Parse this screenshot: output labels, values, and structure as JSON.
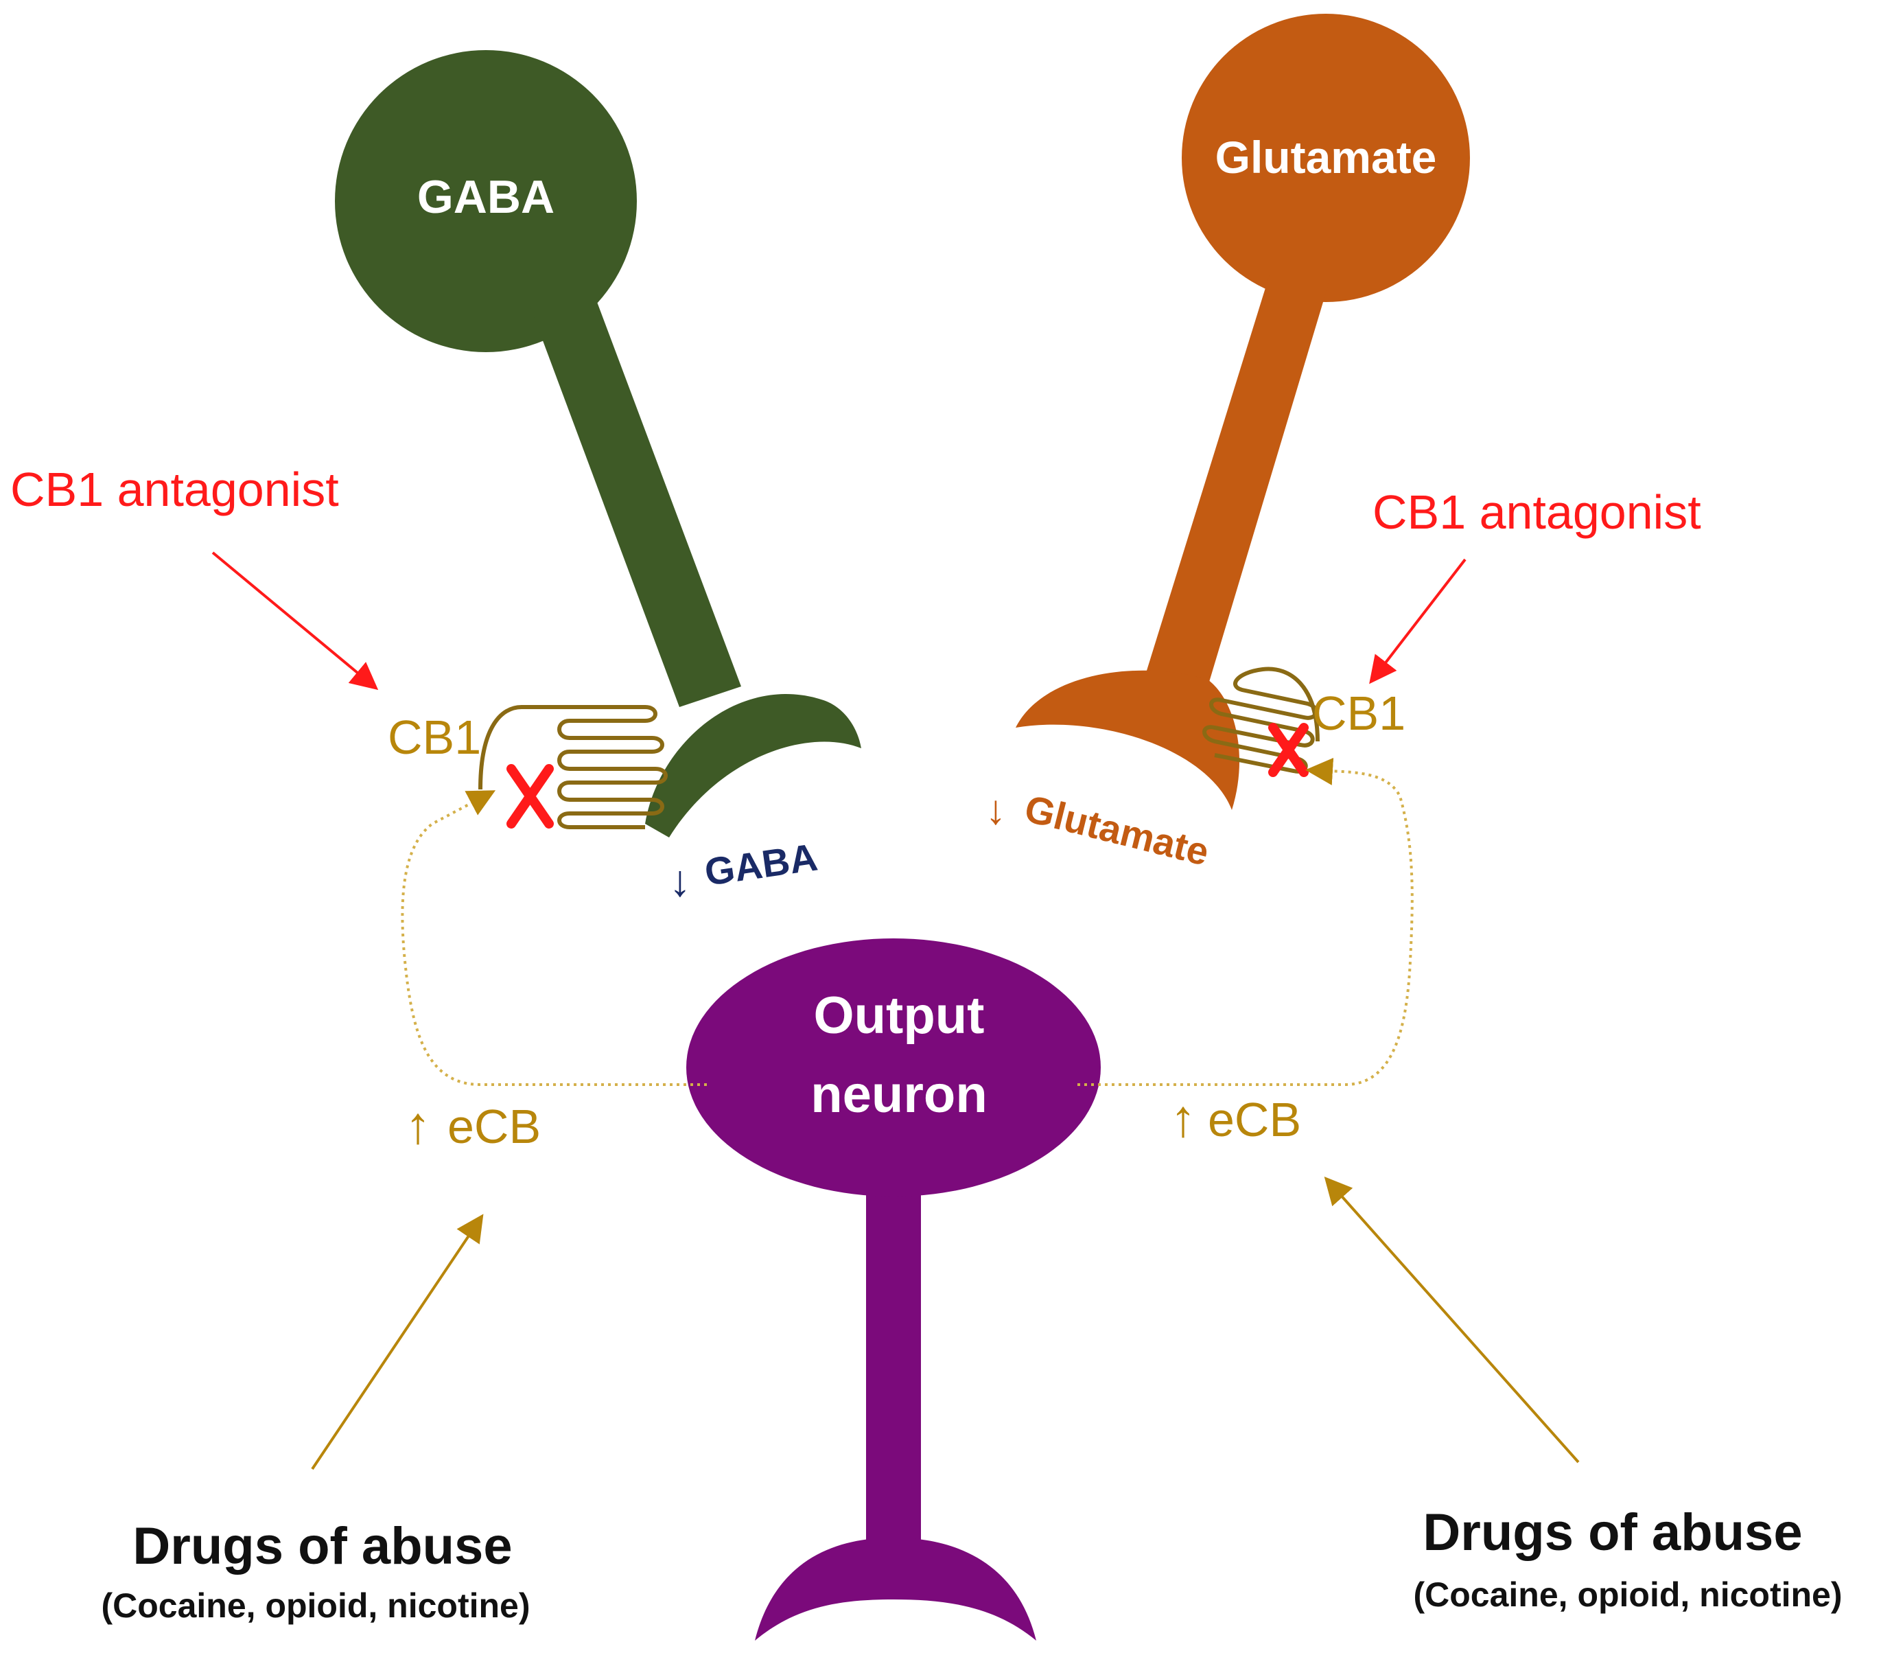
{
  "neurons": {
    "gaba": {
      "label": "GABA",
      "color": "#3e5a26"
    },
    "glutamate": {
      "label": "Glutamate",
      "color": "#c35b12"
    },
    "output": {
      "label_line1": "Output",
      "label_line2": "neuron",
      "color": "#7b0a7b"
    }
  },
  "left": {
    "antagonist": "CB1 antagonist",
    "receptor": "CB1",
    "release": "GABA",
    "release_arrow": "↓",
    "ecb": "eCB",
    "ecb_arrow": "↑",
    "drugs_title": "Drugs of abuse",
    "drugs_list": "(Cocaine, opioid, nicotine)"
  },
  "right": {
    "antagonist": "CB1 antagonist",
    "receptor": "CB1",
    "release": "Glutamate",
    "release_arrow": "↓",
    "ecb": "eCB",
    "ecb_arrow": "↑",
    "drugs_title": "Drugs of abuse",
    "drugs_list": "(Cocaine, opioid, nicotine)"
  },
  "colors": {
    "antagonist": "#ff1a1a",
    "ecb": "#b8860b",
    "gaba_release": "#1a2a66",
    "block_mark": "#ff1a1a",
    "drugs_text": "#111111"
  },
  "icons": {
    "block": "x-mark-icon",
    "receptor": "cb1-receptor-icon"
  }
}
